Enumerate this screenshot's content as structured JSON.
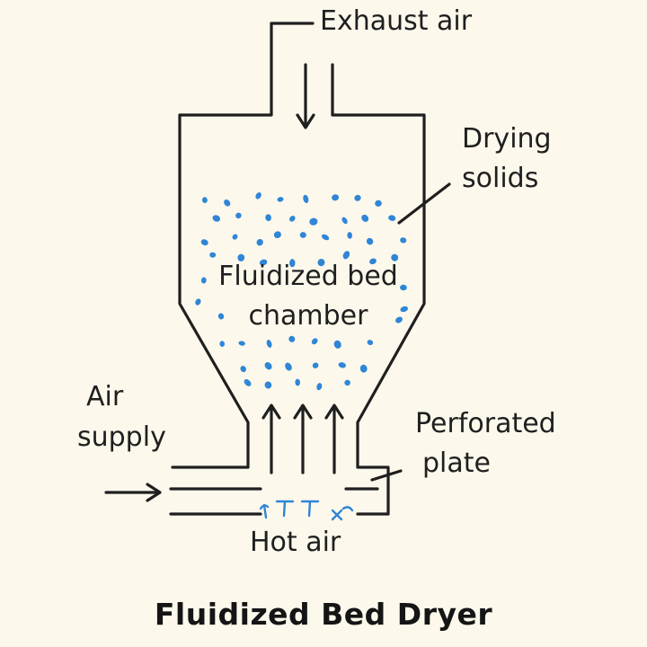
{
  "labels": {
    "exhaust": "Exhaust air",
    "drying_line1": "Drying",
    "drying_line2": "solids",
    "chamber_line1": "Fluidized bed",
    "chamber_line2": "chamber",
    "air_supply_line1": "Air",
    "air_supply_line2": "supply",
    "plate_line1": "Perforated",
    "plate_line2": "plate",
    "hot_air": "Hot air"
  },
  "title": "Fluidized Bed Dryer",
  "colors": {
    "background": "#fdf8ec",
    "outline": "#1f1f1f",
    "particles": "#2f86d6"
  }
}
